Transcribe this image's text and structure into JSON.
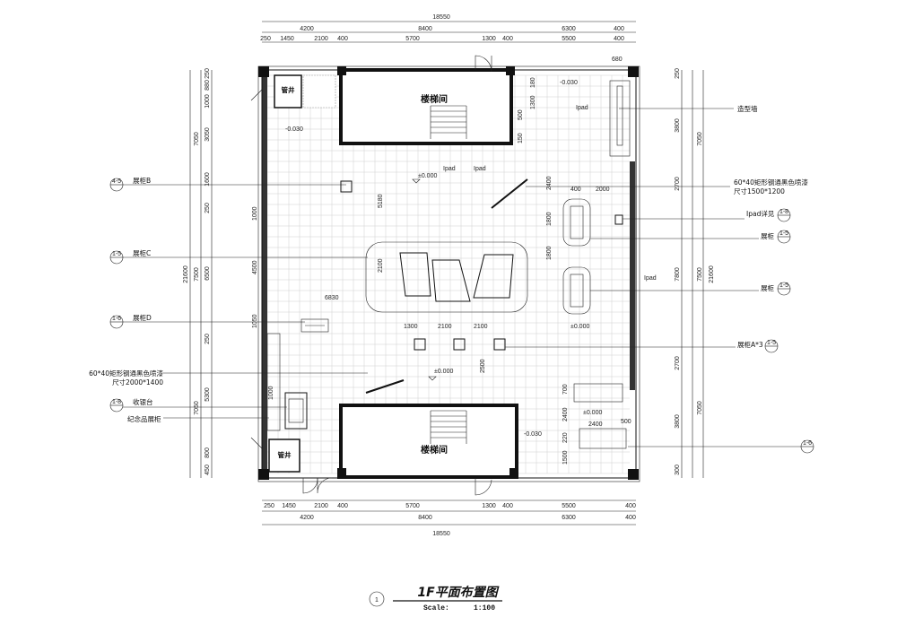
{
  "dimensions": {
    "overall_width": "18550",
    "top_row1": [
      "4200",
      "8400",
      "6300",
      "400"
    ],
    "top_row2": [
      "250",
      "1450",
      "2100",
      "400",
      "5700",
      "1300",
      "400",
      "5500",
      "400"
    ],
    "bottom_row1": [
      "250",
      "1450",
      "2100",
      "400",
      "5700",
      "1300",
      "400",
      "5500",
      "400"
    ],
    "bottom_row2": [
      "4200",
      "8400",
      "6300",
      "400"
    ],
    "left_total": "21600",
    "left_row1": [
      "7050",
      "7500",
      "7050"
    ],
    "left_row2": [
      "250",
      "880",
      "1000",
      "3050",
      "1600",
      "250",
      "6500",
      "250",
      "5300",
      "800",
      "450"
    ],
    "right_total": "21600",
    "right_row1": [
      "7050",
      "7500",
      "7050"
    ],
    "right_row2": [
      "250",
      "3800",
      "2700",
      "7800",
      "2700",
      "3800",
      "300"
    ],
    "interior": [
      "680",
      "180",
      "1300",
      "500",
      "150",
      "5180",
      "2400",
      "400",
      "2000",
      "1800",
      "1800",
      "2100",
      "6830",
      "4500",
      "1000",
      "1300",
      "2100",
      "2100",
      "2500",
      "1050",
      "700",
      "2400",
      "2400",
      "220",
      "1500",
      "500",
      "1000"
    ]
  },
  "rooms": {
    "stair_top": "楼梯间",
    "stair_bottom": "楼梯间",
    "shaft_top": "管井",
    "shaft_bottom": "管井"
  },
  "levels": [
    "-0.030",
    "-0.030",
    "±0.000",
    "±0.000",
    "±0.000",
    "-0.030",
    "±0.000"
  ],
  "ipad_labels": [
    "Ipad",
    "Ipad",
    "Ipad",
    "Ipad"
  ],
  "callouts_left": [
    {
      "text": "展柜B",
      "tag": "4-5"
    },
    {
      "text": "展柜C",
      "tag": "1-5"
    },
    {
      "text": "展柜D",
      "tag": "1-6"
    },
    {
      "text": "60*40矩形钢通黑色喷漆",
      "text2": "尺寸2000*1400",
      "tag": ""
    },
    {
      "text": "收银台",
      "tag": "1-8"
    },
    {
      "text": "纪念品展柜",
      "tag": ""
    }
  ],
  "callouts_right": [
    {
      "text": "造型墙",
      "tag": ""
    },
    {
      "text": "60*40矩形钢通黑色喷漆",
      "text2": "尺寸1500*1200",
      "tag": ""
    },
    {
      "text": "Ipad详见",
      "tag": "1-8"
    },
    {
      "text": "展柜",
      "tag": "1-5"
    },
    {
      "text": "展柜",
      "tag": "1-5"
    },
    {
      "text": "展柜A*3",
      "tag": "1-5"
    },
    {
      "text": "",
      "tag": "1-6"
    }
  ],
  "title_block": {
    "number": "1",
    "title": "1F平面布置图",
    "scale_label": "Scale:",
    "scale_value": "1:100"
  }
}
